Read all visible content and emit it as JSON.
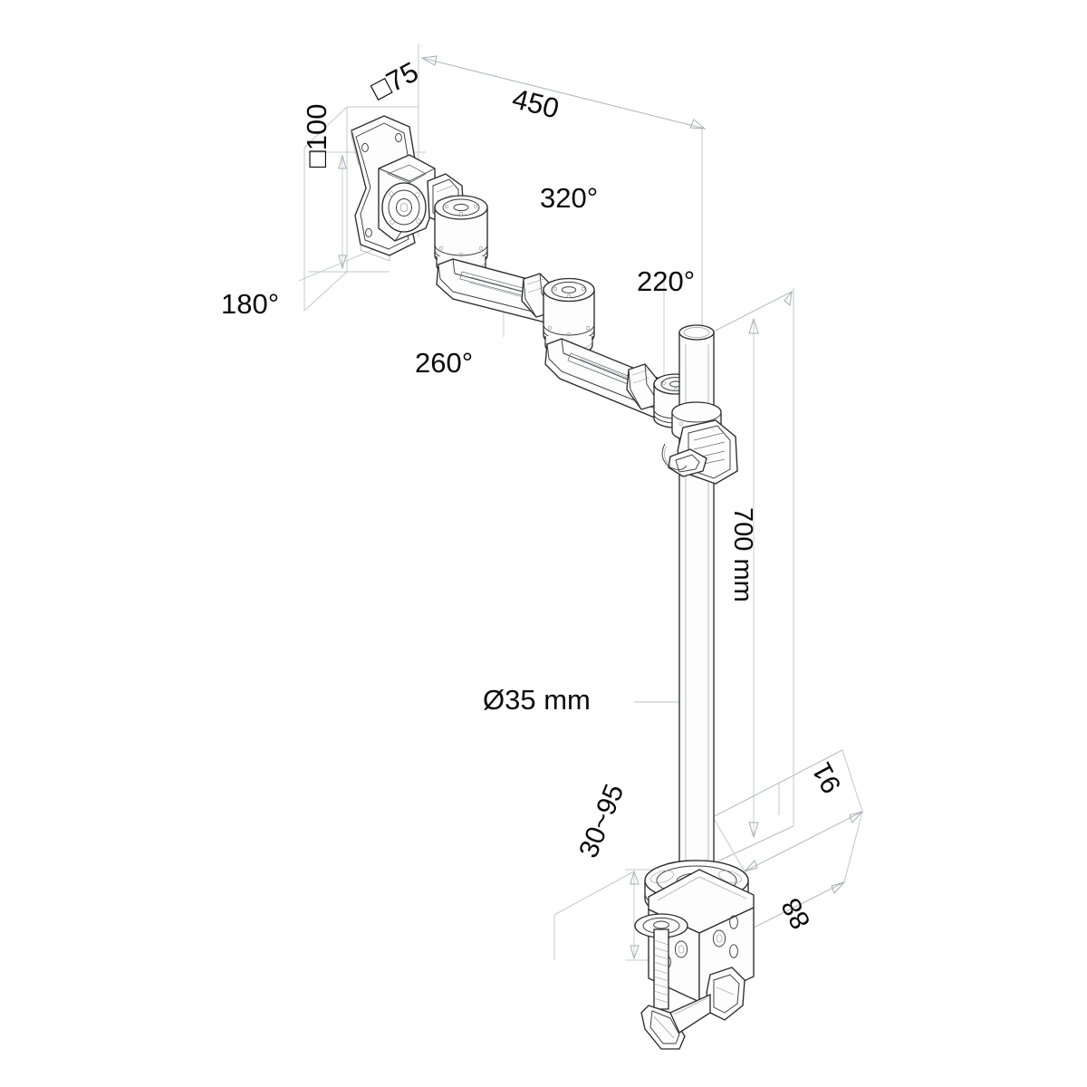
{
  "document": {
    "type": "technical-drawing",
    "subject": "Desk clamp monitor arm mount",
    "projection": "isometric",
    "background_color": "#ffffff",
    "line_color": "#2b2b2b",
    "dimension_line_color": "#b9bcc0",
    "text_color": "#0a0a0a"
  },
  "dimensions": {
    "vesa_small": "□75",
    "vesa_large": "□100",
    "reach": "450",
    "tilt_rotation": "180°",
    "joint_elbow": "320°",
    "joint_mid": "260°",
    "joint_pole": "220°",
    "pole_height": "700 mm",
    "pole_diameter": "Ø35 mm",
    "desk_thickness": "30~95",
    "clamp_depth": "91",
    "clamp_width": "88"
  },
  "parts": {
    "vesa_plate": "vesa-mounting-plate",
    "tilt_head": "tilt-swivel-head",
    "upper_arm": "upper-arm-segment",
    "lower_arm": "lower-arm-segment",
    "elbow_joint": "elbow-rotation-joint",
    "mid_joint": "mid-rotation-joint",
    "pole_collar": "pole-collar-clamp",
    "pole": "vertical-pole",
    "desk_clamp": "desk-clamp-body",
    "clamp_screw": "clamp-thumb-screw",
    "clamp_hooks": "clamp-hook-feet"
  }
}
